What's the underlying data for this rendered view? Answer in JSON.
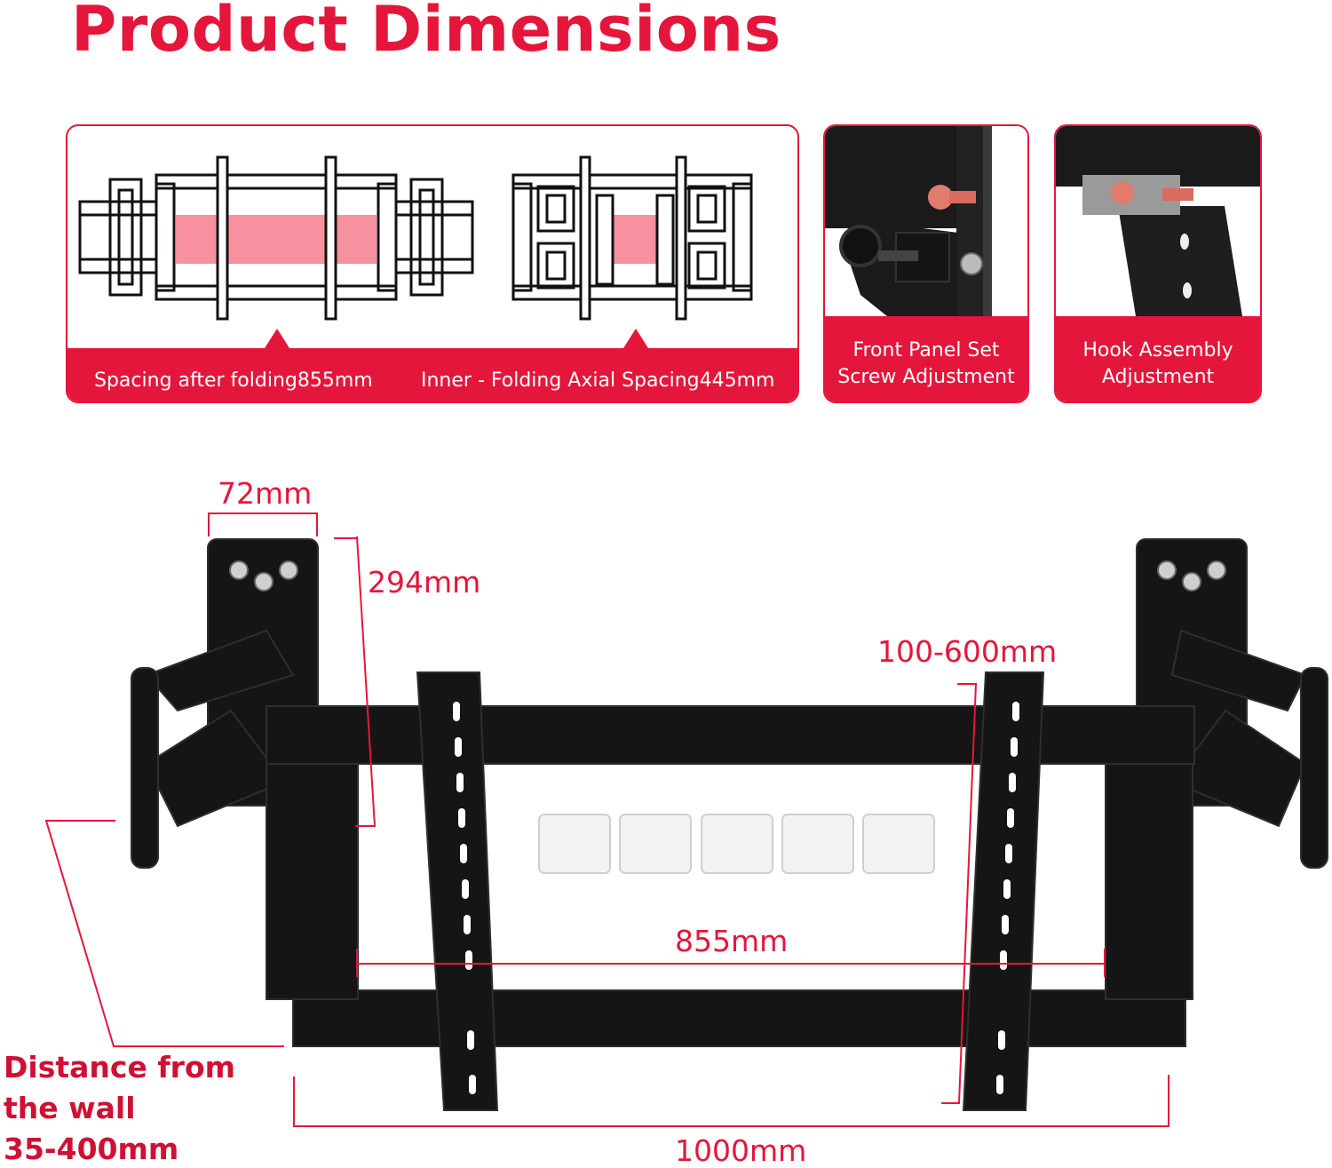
{
  "header": {
    "title": "Product Dimensions"
  },
  "folding_panel": {
    "caption_left": "Spacing after folding855mm",
    "caption_right": "Inner - Folding Axial Spacing445mm"
  },
  "photo_panels": [
    {
      "caption_line1": "Front Panel Set",
      "caption_line2": "Screw Adjustment"
    },
    {
      "caption_line1": "Hook Assembly",
      "caption_line2": "Adjustment"
    }
  ],
  "dimensions": {
    "plate_width": "72mm",
    "plate_height": "294mm",
    "vesa_range": "100-600mm",
    "inner_width": "855mm",
    "total_width": "1000mm",
    "wall_distance_line1": "Distance from",
    "wall_distance_line2": "the wall",
    "wall_distance_line3": "35-400mm"
  },
  "colors": {
    "accent": "#e5163b",
    "highlight": "#f7909f",
    "mount": "#111111"
  }
}
